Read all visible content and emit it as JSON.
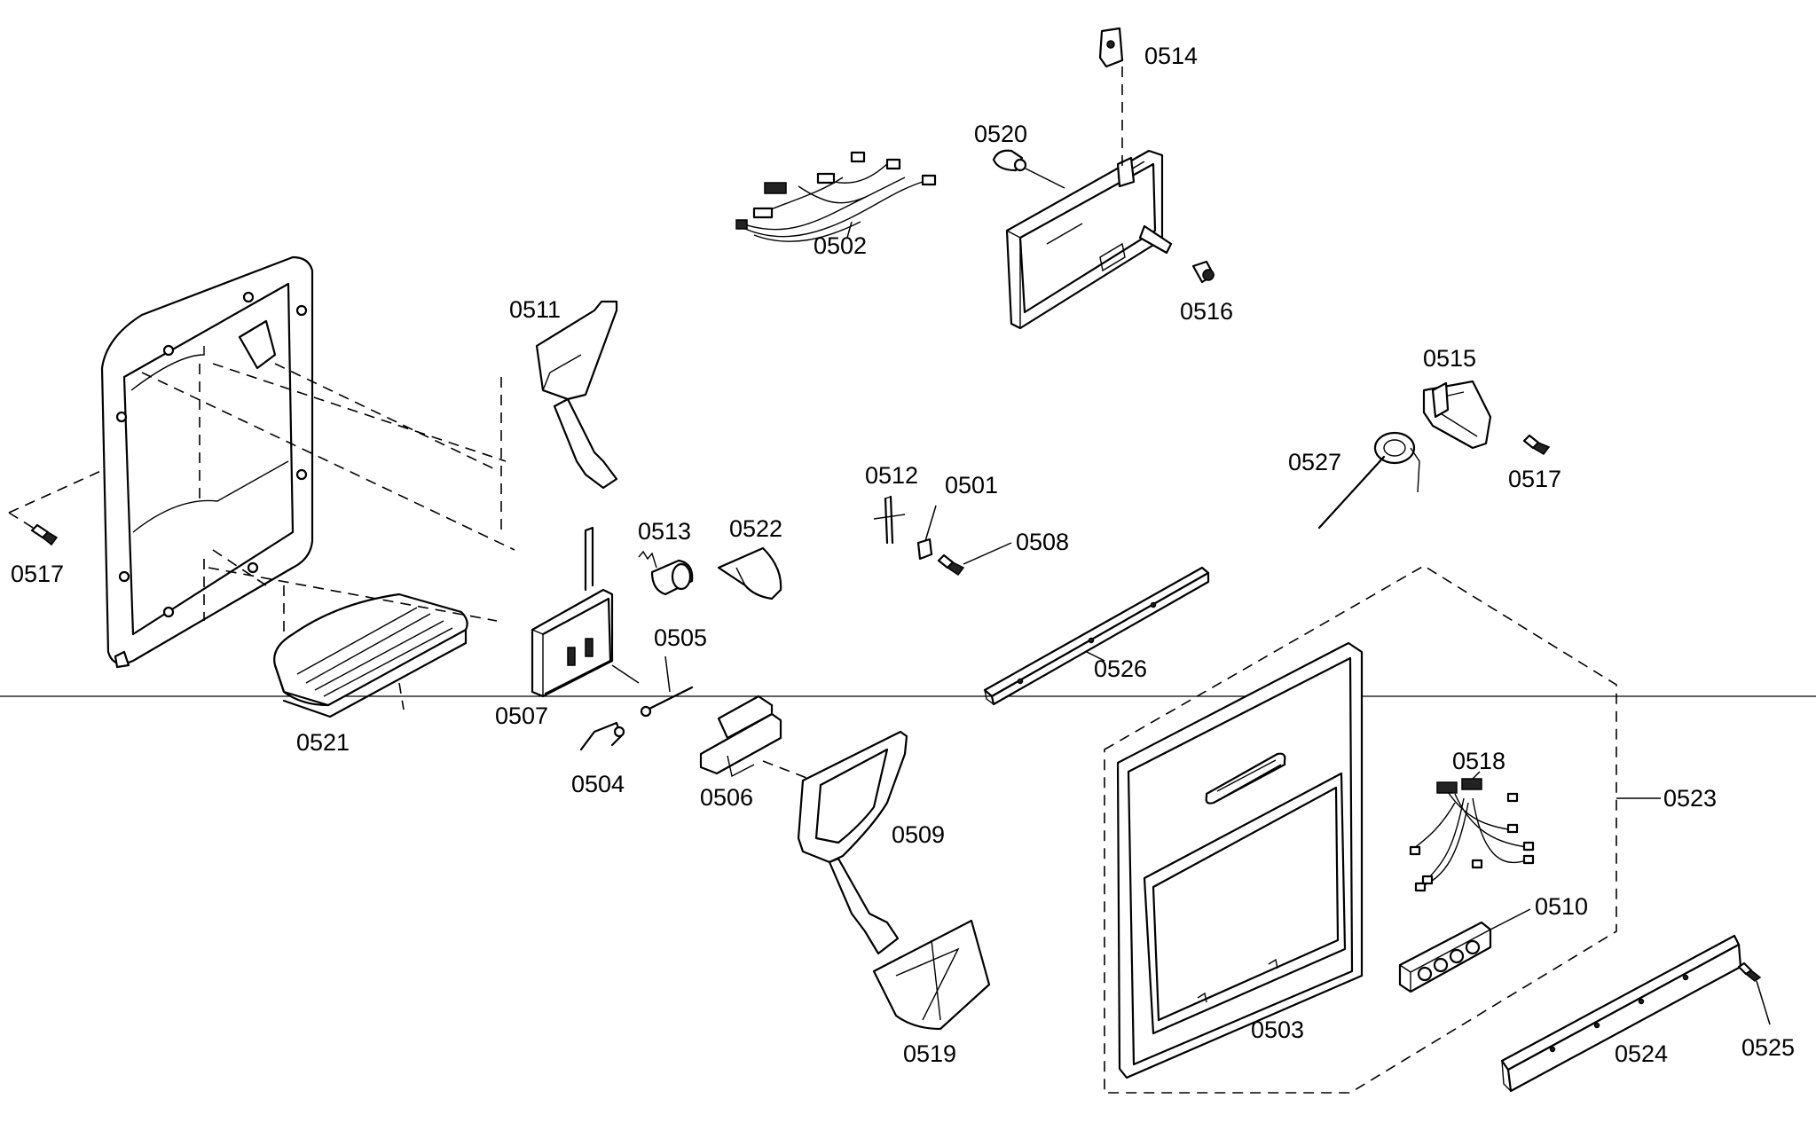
{
  "diagram": {
    "labels": [
      {
        "id": "0501",
        "text": "0501"
      },
      {
        "id": "0502",
        "text": "0502"
      },
      {
        "id": "0503",
        "text": "0503"
      },
      {
        "id": "0504",
        "text": "0504"
      },
      {
        "id": "0505",
        "text": "0505"
      },
      {
        "id": "0506",
        "text": "0506"
      },
      {
        "id": "0507",
        "text": "0507"
      },
      {
        "id": "0508",
        "text": "0508"
      },
      {
        "id": "0509",
        "text": "0509"
      },
      {
        "id": "0510",
        "text": "0510"
      },
      {
        "id": "0511",
        "text": "0511"
      },
      {
        "id": "0512",
        "text": "0512"
      },
      {
        "id": "0513",
        "text": "0513"
      },
      {
        "id": "0514",
        "text": "0514"
      },
      {
        "id": "0515",
        "text": "0515"
      },
      {
        "id": "0516",
        "text": "0516"
      },
      {
        "id": "0517a",
        "text": "0517"
      },
      {
        "id": "0517b",
        "text": "0517"
      },
      {
        "id": "0518",
        "text": "0518"
      },
      {
        "id": "0519",
        "text": "0519"
      },
      {
        "id": "0520",
        "text": "0520"
      },
      {
        "id": "0521",
        "text": "0521"
      },
      {
        "id": "0522",
        "text": "0522"
      },
      {
        "id": "0523",
        "text": "0523"
      },
      {
        "id": "0524",
        "text": "0524"
      },
      {
        "id": "0525",
        "text": "0525"
      },
      {
        "id": "0526",
        "text": "0526"
      },
      {
        "id": "0527",
        "text": "0527"
      }
    ]
  }
}
